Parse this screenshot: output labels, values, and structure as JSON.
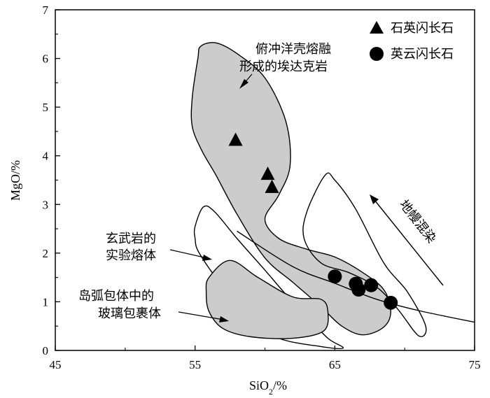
{
  "chart_data": {
    "type": "scatter",
    "xlabel": "SiO",
    "xlabel_sub": "2",
    "xlabel_unit": "/%",
    "ylabel": "MgO/%",
    "xlim": [
      45,
      75
    ],
    "ylim": [
      0,
      7
    ],
    "x_ticks": [
      "45",
      "55",
      "65",
      "75"
    ],
    "y_ticks": [
      "0",
      "1",
      "2",
      "3",
      "4",
      "5",
      "6",
      "7"
    ],
    "grid": false,
    "legend_position": "top-right",
    "series": [
      {
        "name": "石英闪长石",
        "marker": "triangle",
        "x": [
          57.9,
          60.2,
          60.5
        ],
        "y": [
          4.32,
          3.62,
          3.35
        ]
      },
      {
        "name": "英云闪长石",
        "marker": "circle",
        "x": [
          65.0,
          66.5,
          66.7,
          67.6,
          69.0
        ],
        "y": [
          1.52,
          1.37,
          1.25,
          1.34,
          0.98
        ]
      }
    ],
    "fields": [
      {
        "label_lines": [
          "俯冲洋壳熔融",
          "形成的埃达克岩"
        ],
        "fill": "#cccccc",
        "polygon": [
          [
            54.8,
            5.2
          ],
          [
            55.2,
            6.0
          ],
          [
            55.4,
            6.25
          ],
          [
            56.5,
            6.32
          ],
          [
            58.0,
            6.1
          ],
          [
            60.0,
            5.6
          ],
          [
            61.5,
            4.7
          ],
          [
            61.8,
            3.8
          ],
          [
            61.0,
            3.2
          ],
          [
            60.0,
            2.7
          ],
          [
            61.0,
            2.3
          ],
          [
            63.0,
            2.08
          ],
          [
            65.0,
            1.92
          ],
          [
            67.0,
            1.6
          ],
          [
            68.5,
            1.25
          ],
          [
            69.0,
            0.8
          ],
          [
            68.5,
            0.48
          ],
          [
            67.0,
            0.32
          ],
          [
            65.5,
            0.5
          ],
          [
            64.0,
            0.9
          ],
          [
            62.0,
            1.4
          ],
          [
            60.0,
            1.9
          ],
          [
            58.0,
            2.8
          ],
          [
            56.5,
            3.6
          ],
          [
            55.5,
            4.1
          ],
          [
            54.8,
            4.6
          ]
        ]
      },
      {
        "label_lines": [
          "玄武岩的",
          "实验熔体"
        ],
        "fill": "none",
        "polygon": [
          [
            55.0,
            2.55
          ],
          [
            55.6,
            2.95
          ],
          [
            56.4,
            2.85
          ],
          [
            58.0,
            2.3
          ],
          [
            60.0,
            1.65
          ],
          [
            61.5,
            1.15
          ],
          [
            63.0,
            0.7
          ],
          [
            64.5,
            0.25
          ],
          [
            65.6,
            0.05
          ],
          [
            64.0,
            0.08
          ],
          [
            61.0,
            0.25
          ],
          [
            59.0,
            0.65
          ],
          [
            57.0,
            1.3
          ],
          [
            55.3,
            2.0
          ],
          [
            55.0,
            2.3
          ]
        ]
      },
      {
        "label_lines": [
          "岛弧包体中的",
          "玻璃包裹体"
        ],
        "fill": "#cccccc",
        "polygon": [
          [
            56.0,
            1.5
          ],
          [
            57.5,
            1.85
          ],
          [
            59.5,
            1.5
          ],
          [
            62.0,
            1.1
          ],
          [
            64.0,
            1.05
          ],
          [
            64.5,
            0.8
          ],
          [
            64.2,
            0.4
          ],
          [
            62.0,
            0.25
          ],
          [
            59.0,
            0.28
          ],
          [
            57.0,
            0.45
          ],
          [
            56.0,
            0.8
          ],
          [
            55.8,
            1.2
          ]
        ]
      },
      {
        "label_lines": [],
        "fill": "none",
        "polygon": [
          [
            63.0,
            2.85
          ],
          [
            64.3,
            3.6
          ],
          [
            65.0,
            3.5
          ],
          [
            66.5,
            2.9
          ],
          [
            68.5,
            1.8
          ],
          [
            70.2,
            1.2
          ],
          [
            71.5,
            0.5
          ],
          [
            71.0,
            0.3
          ],
          [
            69.5,
            0.85
          ],
          [
            68.0,
            1.3
          ],
          [
            66.0,
            1.6
          ],
          [
            64.0,
            1.8
          ],
          [
            62.8,
            2.3
          ]
        ]
      }
    ],
    "trend_line": [
      [
        58.0,
        2.45
      ],
      [
        62.0,
        1.72
      ],
      [
        65.0,
        1.38
      ],
      [
        68.0,
        1.05
      ],
      [
        71.0,
        0.82
      ],
      [
        75.0,
        0.58
      ]
    ],
    "trend_label": "地幔混染"
  }
}
